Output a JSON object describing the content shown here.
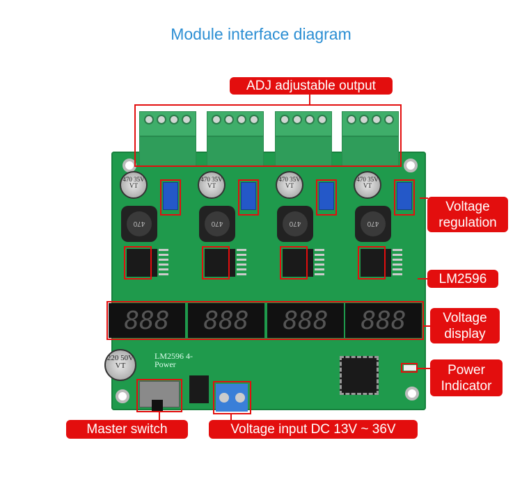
{
  "title": "Module interface diagram",
  "labels": {
    "adj_output": "ADJ adjustable output",
    "voltage_regulation": "Voltage regulation",
    "lm2596": "LM2596",
    "voltage_display": "Voltage display",
    "power_indicator": "Power Indicator",
    "master_switch": "Master switch",
    "voltage_input": "Voltage input DC 13V ~ 36V"
  },
  "board": {
    "silkscreen": "LM2596 4-Power",
    "main_cap": "220 50V VT",
    "module_cap": "470 35V VT",
    "inductor": "470",
    "display_digits": "888"
  },
  "colors": {
    "accent": "#e30e0e",
    "title": "#2b8ed3",
    "pcb": "#1f9a4c"
  }
}
